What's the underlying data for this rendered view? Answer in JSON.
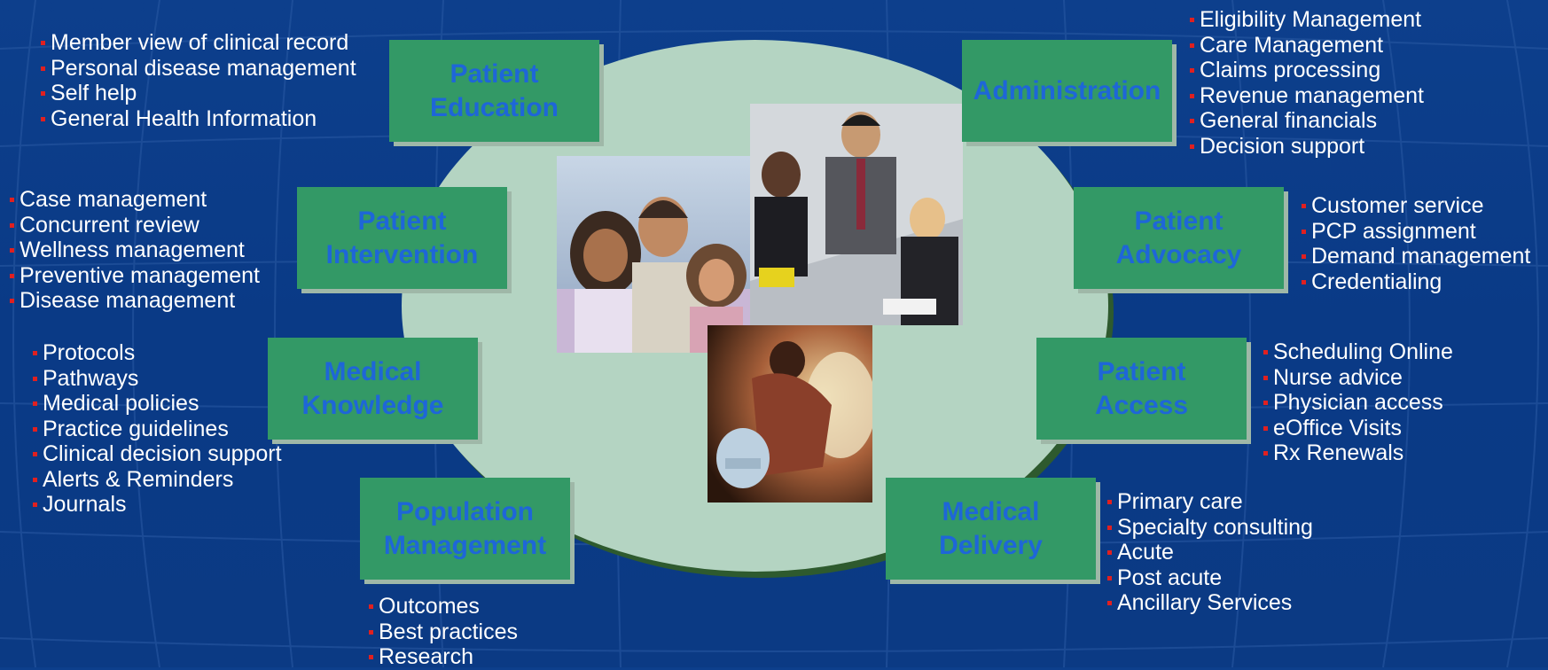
{
  "nodes": [
    {
      "id": "patient-education",
      "label": "Patient\nEducation",
      "items": [
        "Member view of clinical record",
        "Personal disease management",
        "Self help",
        "General Health Information"
      ]
    },
    {
      "id": "administration",
      "label": "Administration",
      "items": [
        "Eligibility Management",
        "Care Management",
        "Claims processing",
        "Revenue management",
        "General financials",
        "Decision support"
      ]
    },
    {
      "id": "patient-intervention",
      "label": "Patient\nIntervention",
      "items": [
        "Case management",
        "Concurrent review",
        "Wellness management",
        "Preventive management",
        "Disease management"
      ]
    },
    {
      "id": "patient-advocacy",
      "label": "Patient\nAdvocacy",
      "items": [
        "Customer service",
        "PCP assignment",
        "Demand management",
        "Credentialing"
      ]
    },
    {
      "id": "medical-knowledge",
      "label": "Medical\nKnowledge",
      "items": [
        "Protocols",
        "Pathways",
        "Medical policies",
        "Practice guidelines",
        "Clinical decision support",
        "Alerts & Reminders",
        "Journals"
      ]
    },
    {
      "id": "patient-access",
      "label": "Patient\nAccess",
      "items": [
        "Scheduling Online",
        "Nurse advice",
        "Physician access",
        "eOffice Visits",
        "Rx Renewals"
      ]
    },
    {
      "id": "population-management",
      "label": "Population\nManagement",
      "items": [
        "Outcomes",
        "Best practices",
        "Research"
      ]
    },
    {
      "id": "medical-delivery",
      "label": "Medical\nDelivery",
      "items": [
        "Primary care",
        "Specialty consulting",
        "Acute",
        "Post acute",
        "Ancillary Services"
      ]
    }
  ],
  "photos": [
    {
      "id": "family-photo",
      "subject": "smiling family portrait"
    },
    {
      "id": "business-meeting-photo",
      "subject": "business meeting around a table"
    },
    {
      "id": "medical-scan-photo",
      "subject": "clinicians with patient at scanner"
    }
  ],
  "colors": {
    "background": "#0b3c88",
    "box": "#339966",
    "box_text": "#1e66d8",
    "ellipse": "#b4d4c2",
    "bullet": "#e02020",
    "item_text": "#ffffff"
  }
}
